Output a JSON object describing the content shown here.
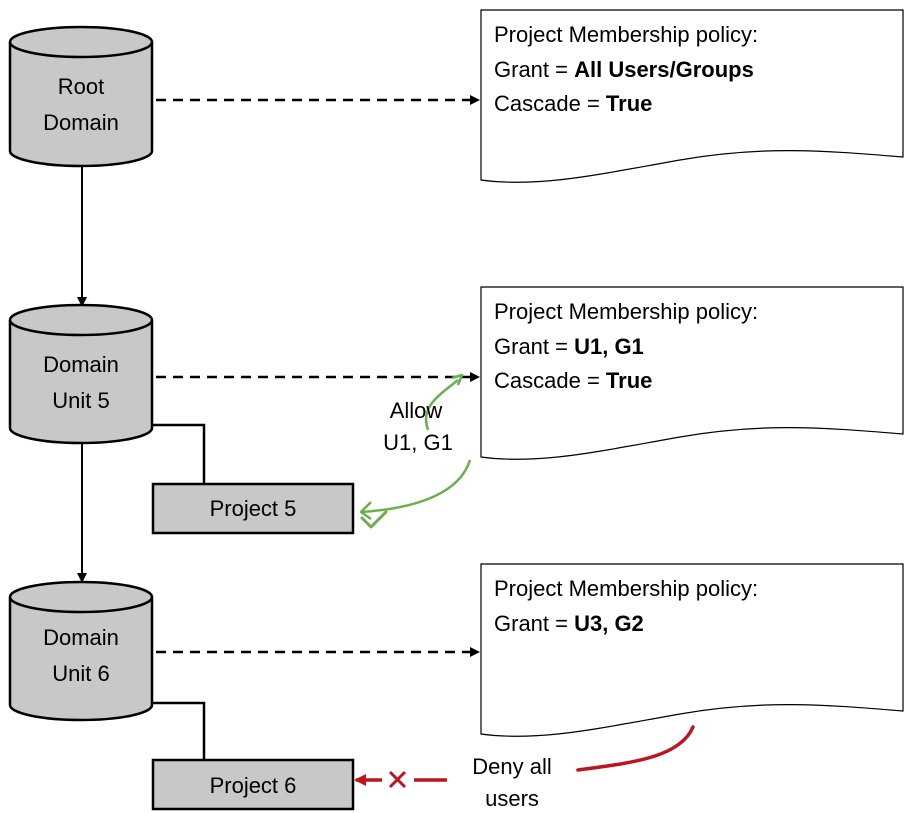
{
  "domains": {
    "root": {
      "line1": "Root",
      "line2": "Domain"
    },
    "unit5": {
      "line1": "Domain",
      "line2": "Unit 5"
    },
    "unit6": {
      "line1": "Domain",
      "line2": "Unit 6"
    }
  },
  "projects": {
    "p5": "Project 5",
    "p6": "Project 6"
  },
  "policies": {
    "root": {
      "title": "Project Membership policy:",
      "grant_label": "Grant = ",
      "grant_value": "All Users/Groups",
      "cascade_label": "Cascade = ",
      "cascade_value": "True"
    },
    "unit5": {
      "title": "Project Membership policy:",
      "grant_label": "Grant = ",
      "grant_value": "U1, G1",
      "cascade_label": "Cascade = ",
      "cascade_value": "True"
    },
    "unit6": {
      "title": "Project Membership policy:",
      "grant_label": "Grant = ",
      "grant_value": "U3, G2"
    }
  },
  "annotations": {
    "allow_line1": "Allow",
    "allow_line2": "U1, G1",
    "deny_line1": "Deny all",
    "deny_line2": "users"
  },
  "colors": {
    "shape_fill": "#c8c8c8",
    "allow": "#6ab04c",
    "deny": "#c0141c"
  }
}
